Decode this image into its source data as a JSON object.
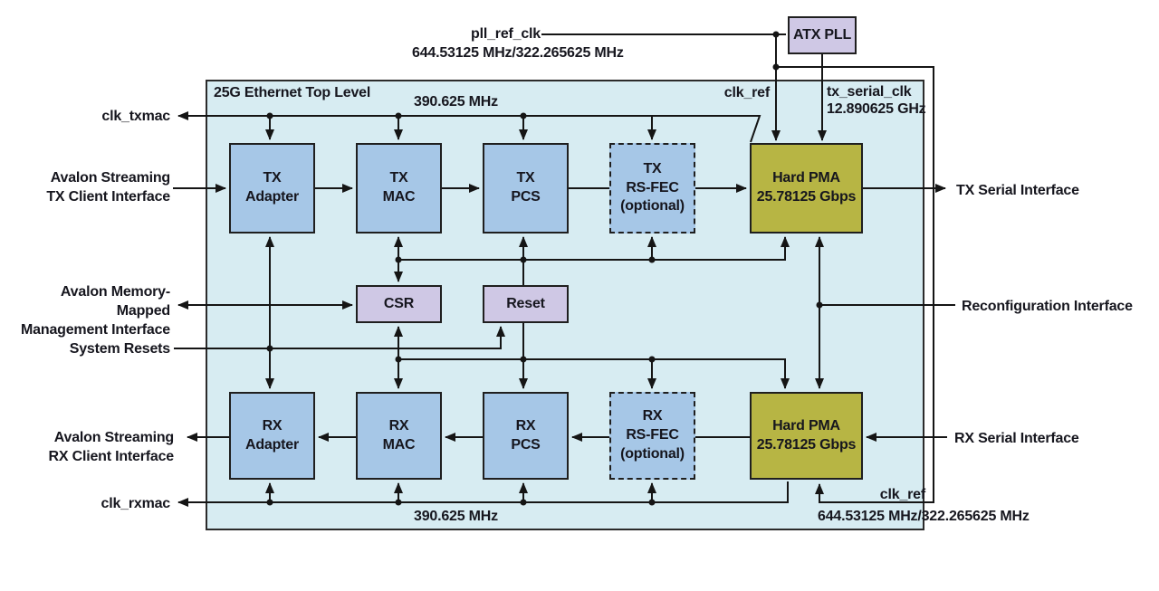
{
  "colors": {
    "canvas_bg": "#ffffff",
    "container_fill": "#d7ecf2",
    "block_blue": "#a6c7e7",
    "block_olive": "#b7b544",
    "block_purple": "#cfc8e5",
    "line": "#151515",
    "text": "#16161e"
  },
  "external_top": {
    "pll_ref_clk": "pll_ref_clk",
    "pll_ref_freq": "644.53125 MHz/322.265625 MHz",
    "atx_pll": "ATX PLL"
  },
  "top_level": {
    "title": "25G Ethernet Top Level",
    "clk_ref": "clk_ref",
    "tx_serial_clk": "tx_serial_clk\n12.890625 GHz",
    "tx_clock": "390.625 MHz",
    "rx_clock": "390.625 MHz"
  },
  "blocks": {
    "tx_adapter": "TX\nAdapter",
    "tx_mac": "TX\nMAC",
    "tx_pcs": "TX\nPCS",
    "tx_rsfec": "TX\nRS-FEC\n(optional)",
    "pma_tx": "Hard PMA\n25.78125 Gbps",
    "csr": "CSR",
    "reset": "Reset",
    "rx_adapter": "RX\nAdapter",
    "rx_mac": "RX\nMAC",
    "rx_pcs": "RX\nPCS",
    "rx_rsfec": "RX\nRS-FEC\n(optional)",
    "pma_rx": "Hard PMA\n25.78125 Gbps"
  },
  "left_labels": {
    "clk_txmac": "clk_txmac",
    "avalon_tx": "Avalon Streaming\nTX Client Interface",
    "avalon_mm": "Avalon Memory-Mapped\nManagement Interface",
    "system_resets": "System Resets",
    "avalon_rx": "Avalon Streaming\nRX Client Interface",
    "clk_rxmac": "clk_rxmac"
  },
  "right_labels": {
    "tx_serial": "TX Serial Interface",
    "reconfig": "Reconfiguration Interface",
    "rx_serial": "RX Serial Interface"
  },
  "bottom_labels": {
    "clk_ref": "clk_ref",
    "clk_ref_freq": "644.53125 MHz/322.265625 MHz"
  }
}
